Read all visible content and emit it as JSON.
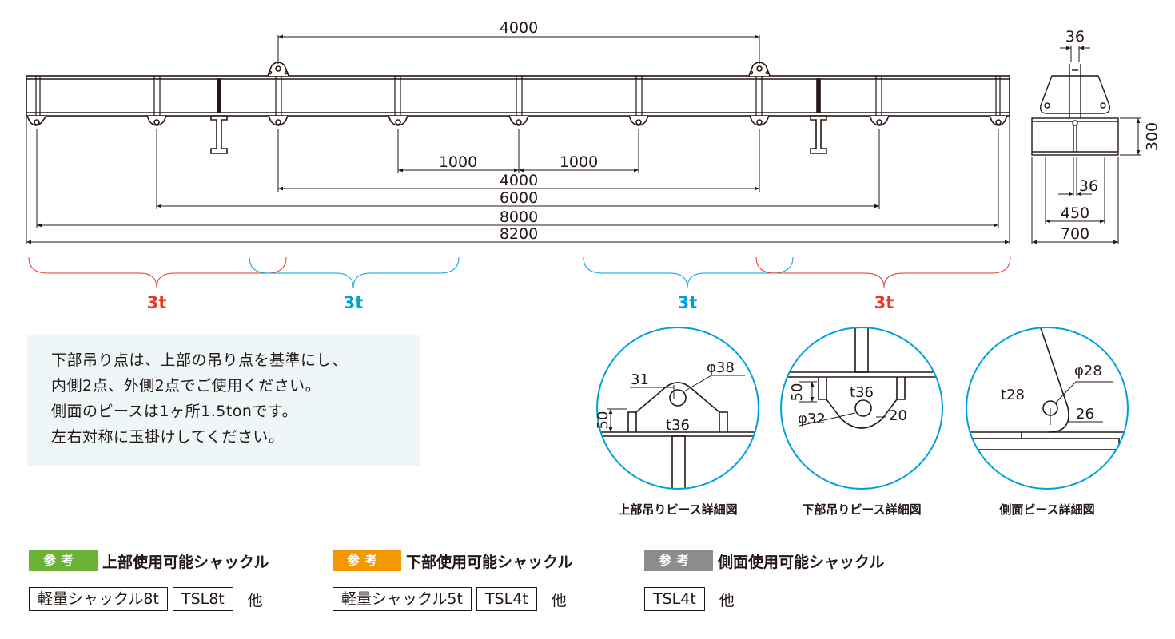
{
  "main_view": {
    "dims": {
      "top_span": "4000",
      "inner_left": "1000",
      "inner_right": "1000",
      "span_4000": "4000",
      "span_6000": "6000",
      "span_8000": "8000",
      "span_8200": "8200"
    },
    "load_labels": [
      "3t",
      "3t",
      "3t",
      "3t"
    ],
    "colors": {
      "red": "#e83828",
      "blue": "#00a0d9",
      "line": "#231815"
    }
  },
  "side_view": {
    "dims": {
      "top": "36",
      "height": "300",
      "inner": "36",
      "mid": "450",
      "width": "700"
    }
  },
  "details": {
    "upper": {
      "caption": "上部吊りピース詳細図",
      "d_hole": "φ38",
      "w": "31",
      "h": "50",
      "t": "t36"
    },
    "lower": {
      "caption": "下部吊りピース詳細図",
      "h": "50",
      "t": "t36",
      "d_hole": "φ32",
      "w": "20"
    },
    "side": {
      "caption": "側面ピース詳細図",
      "d_hole": "φ28",
      "t": "t28",
      "w": "26"
    }
  },
  "notes": [
    "下部吊り点は、上部の吊り点を基準にし、",
    "内側2点、外側2点でご使用ください。",
    "側面のピースは1ヶ所1.5tonです。",
    "左右対称に玉掛けしてください。"
  ],
  "references": [
    {
      "tag": "参考",
      "tag_color": "#6ab336",
      "title": "上部使用可能シャックル",
      "models": [
        "軽量シャックル8t",
        "TSL8t"
      ],
      "etc": "他"
    },
    {
      "tag": "参考",
      "tag_color": "#f39800",
      "title": "下部使用可能シャックル",
      "models": [
        "軽量シャックル5t",
        "TSL4t"
      ],
      "etc": "他"
    },
    {
      "tag": "参考",
      "tag_color": "#8c8c8c",
      "title": "側面使用可能シャックル",
      "models": [
        "TSL4t"
      ],
      "etc": "他"
    }
  ]
}
